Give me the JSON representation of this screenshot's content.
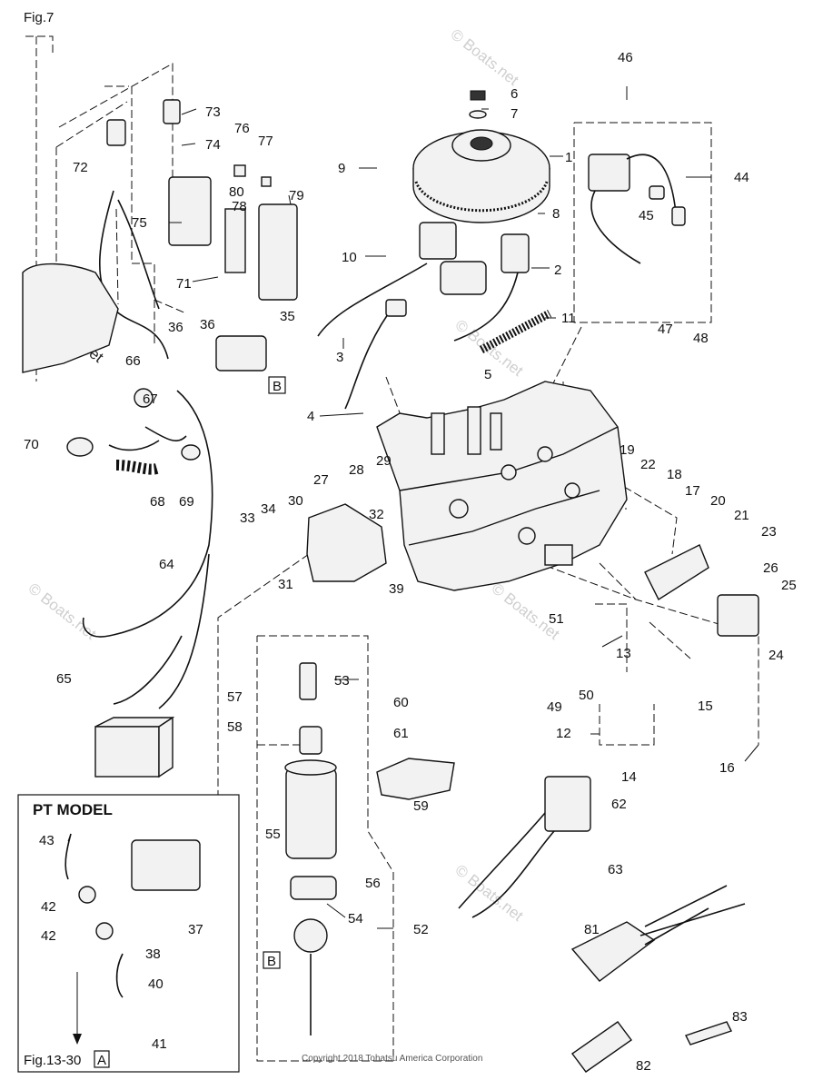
{
  "figure_refs": {
    "top_left": "Fig.7",
    "bottom_left": "Fig.13-30",
    "bottom_left_box": "A"
  },
  "inset": {
    "title": "PT   MODEL"
  },
  "box_refs": {
    "upper": "B",
    "lower": "B"
  },
  "watermark": "© Boats.net",
  "copyright": "Copyright 2018 Tohatsu America Corporation",
  "part_labels": [
    "1",
    "2",
    "3",
    "4",
    "5",
    "6",
    "7",
    "8",
    "9",
    "10",
    "11",
    "12",
    "13",
    "14",
    "15",
    "16",
    "17",
    "18",
    "19",
    "20",
    "21",
    "22",
    "23",
    "24",
    "25",
    "26",
    "27",
    "28",
    "29",
    "30",
    "31",
    "32",
    "33",
    "34",
    "35",
    "36",
    "36",
    "37",
    "38",
    "39",
    "40",
    "41",
    "42",
    "42",
    "43",
    "44",
    "45",
    "46",
    "47",
    "48",
    "49",
    "50",
    "51",
    "52",
    "53",
    "54",
    "55",
    "56",
    "57",
    "58",
    "59",
    "60",
    "61",
    "62",
    "63",
    "64",
    "65",
    "66",
    "67",
    "68",
    "69",
    "70",
    "71",
    "72",
    "73",
    "74",
    "75",
    "76",
    "77",
    "78",
    "79",
    "80",
    "81",
    "82",
    "83"
  ]
}
